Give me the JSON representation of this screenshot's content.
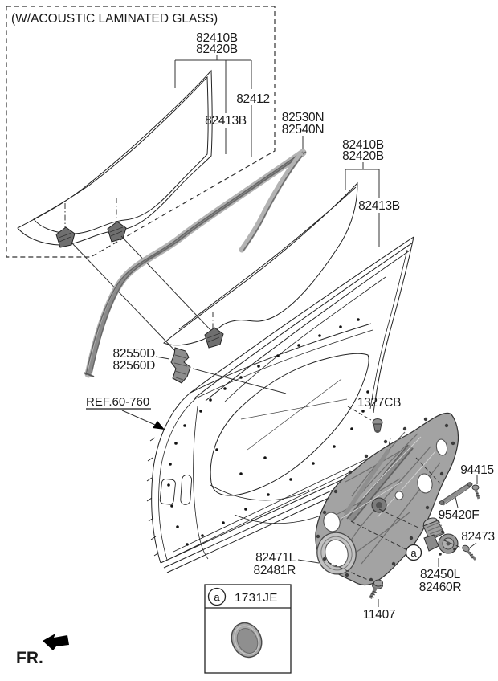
{
  "diagram": {
    "note": "(W/ACOUSTIC LAMINATED GLASS)",
    "inset": {
      "assy1": "82410B",
      "assy2": "82420B",
      "glass": "82412",
      "sub": "82413B"
    },
    "run1": "82530N",
    "run2": "82540N",
    "glass": {
      "assy1": "82410B",
      "assy2": "82420B",
      "sub": "82413B"
    },
    "holder1": "82550D",
    "holder2": "82560D",
    "door_ref": "REF.60-760",
    "bolt_1327cb": "1327CB",
    "screw_94415": "94415",
    "guide_95420f": "95420F",
    "bolt_82473": "82473",
    "module1": "82471L",
    "module2": "82481R",
    "motor1": "82450L",
    "motor2": "82460R",
    "bolt_11407": "11407",
    "legend": {
      "marker": "a",
      "code": "1731JE"
    },
    "marker_a": "a",
    "fr": "FR."
  }
}
